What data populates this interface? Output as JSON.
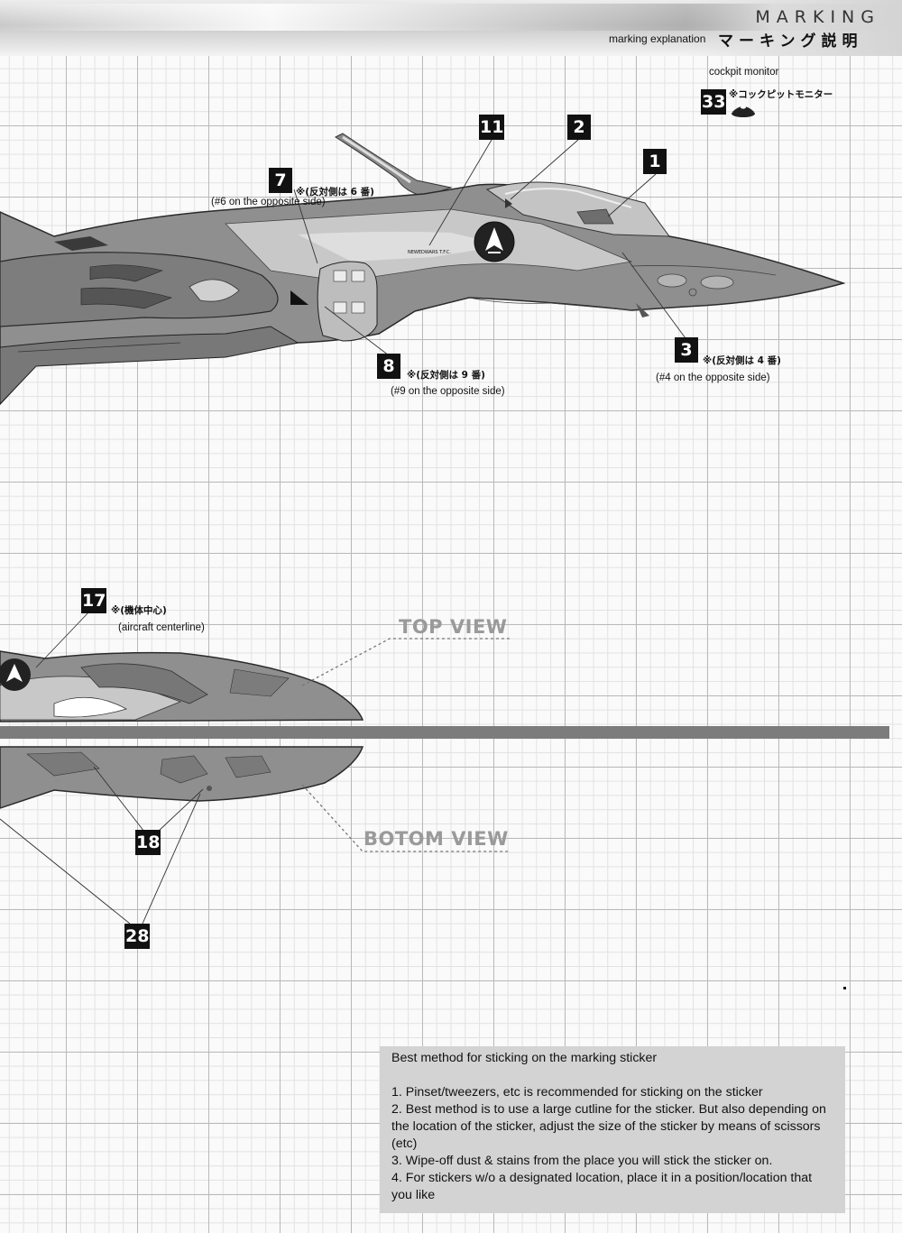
{
  "header": {
    "title": "MARKING",
    "subtitle_en": "marking explanation",
    "subtitle_jp": "マーキング説明"
  },
  "callouts": {
    "c33": {
      "num": "33",
      "jp": "※コックピットモニター",
      "en": "cockpit monitor"
    },
    "c11": {
      "num": "11"
    },
    "c2": {
      "num": "2"
    },
    "c1": {
      "num": "1"
    },
    "c7": {
      "num": "7",
      "jp": "※(反対側は 6 番)",
      "en": "(#6 on the opposite side)"
    },
    "c8": {
      "num": "8",
      "jp": "※(反対側は 9 番)",
      "en": "(#9 on the opposite side)"
    },
    "c3": {
      "num": "3",
      "jp": "※(反対側は 4 番)",
      "en": "(#4 on the opposite side)"
    },
    "c17": {
      "num": "17",
      "jp": "※(機体中心)",
      "en": "(aircraft centerline)"
    },
    "c18": {
      "num": "18"
    },
    "c28": {
      "num": "28"
    }
  },
  "decal_text": "NEWEDWARS T.F.C.",
  "views": {
    "top": "TOP VIEW",
    "bottom": "BOTOM VIEW"
  },
  "notes": {
    "heading": "Best method for sticking on the marking sticker",
    "items": [
      "1. Pinset/tweezers, etc is recommended for sticking on the sticker",
      "2. Best method is to use a large cutline for the sticker.  But also depending on the location of the sticker, adjust the size of the sticker by means of scissors (etc)",
      "3. Wipe-off dust & stains from the place you will stick the sticker on.",
      "4. For stickers w/o a designated location, place it in a position/location that you like"
    ]
  },
  "colors": {
    "fuselage": "#8e8e8e",
    "fuselage_dark": "#6f6f6f",
    "stripe_light": "#c9c9c9",
    "label_box": "#111111",
    "notes_bg": "#d3d3d3"
  }
}
